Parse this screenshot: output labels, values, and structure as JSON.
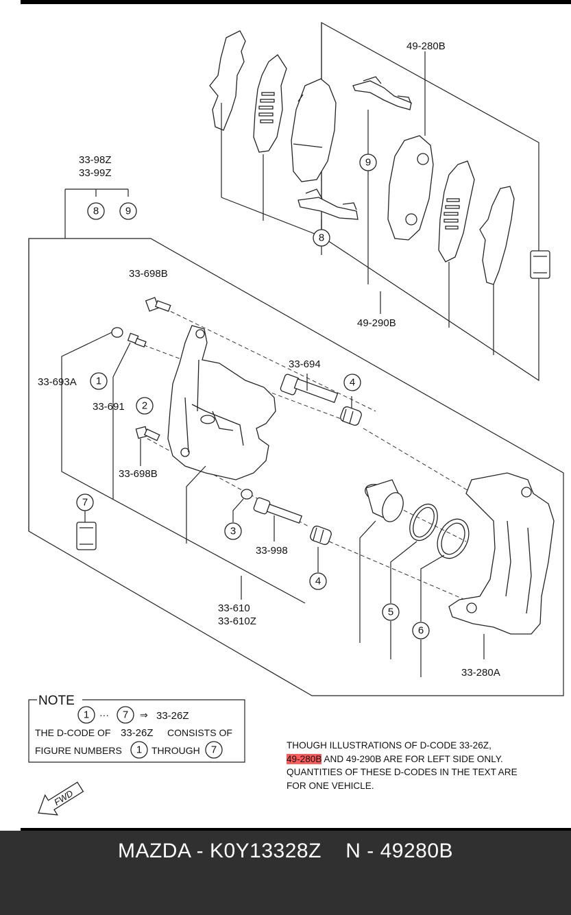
{
  "diagram": {
    "callouts": {
      "top_right": "49-280B",
      "group_label_line1": "33-98Z",
      "group_label_line2": "33-99Z",
      "shim_kit": "49-290B",
      "bolt_upper": "33-698B",
      "bolt_lower": "33-698B",
      "cap": "33-693A",
      "bleeder": "33-691",
      "guide_pin_upper": "33-694",
      "guide_pin_lower": "33-998",
      "caliper_line1": "33-610",
      "caliper_line2": "33-610Z",
      "bracket": "33-280A"
    },
    "numbers": {
      "n1": "1",
      "n2": "2",
      "n3": "3",
      "n4a": "4",
      "n4b": "4",
      "n5": "5",
      "n6": "6",
      "n7": "7",
      "n8a": "8",
      "n8b": "8",
      "n9a": "9",
      "n9b": "9"
    },
    "note": {
      "title": "NOTE",
      "range_from": "1",
      "range_dots": "···",
      "range_to": "7",
      "arrow": "⇒",
      "range_code": "33-26Z",
      "line2_a": "THE D-CODE OF",
      "line2_code": "33-26Z",
      "line2_b": "CONSISTS OF",
      "line3_a": "FIGURE NUMBERS",
      "line3_from": "1",
      "line3_mid": "THROUGH",
      "line3_to": "7"
    },
    "fwd_label": "FWD"
  },
  "bottom_note": {
    "line1": "THOUGH ILLUSTRATIONS OF D-CODE 33-26Z,",
    "highlight": "49-280B",
    "line2_rest": " AND 49-290B ARE FOR LEFT SIDE ONLY.",
    "line3": "QUANTITIES OF THESE D-CODES IN THE TEXT ARE",
    "line4": "FOR ONE VEHICLE."
  },
  "colors": {
    "highlight": "#ff5b5b",
    "footer_bg": "#303030",
    "footer_text": "#ffffff"
  },
  "footer": {
    "text": "MAZDA - K0Y13328Z    N - 49280B"
  }
}
